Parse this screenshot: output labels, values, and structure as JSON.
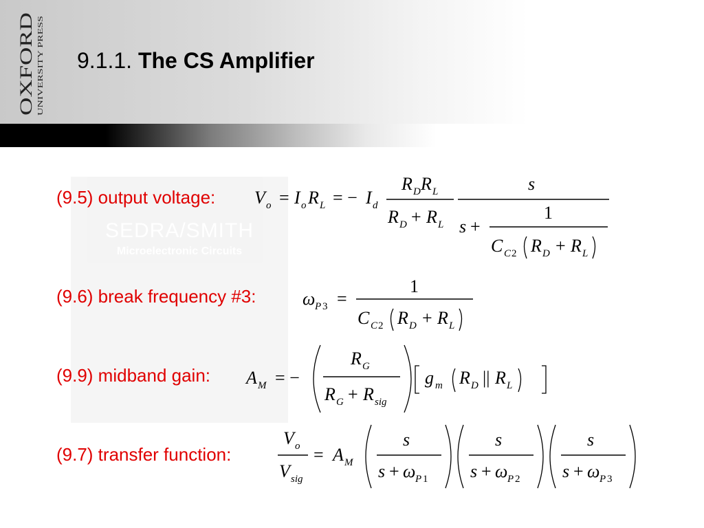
{
  "header": {
    "logo_main": "OXFORD",
    "logo_sub": "UNIVERSITY PRESS",
    "title_number": "9.1.1.",
    "title_text": "The CS Amplifier"
  },
  "watermark": {
    "line1": "SEDRA/SMITH",
    "line2": "Microelectronic Circuits"
  },
  "equations": [
    {
      "label": "(9.5) output voltage:"
    },
    {
      "label": "(9.6) break frequency #3:"
    },
    {
      "label": "(9.9) midband gain:"
    },
    {
      "label": "(9.7) transfer function:"
    }
  ],
  "colors": {
    "label": "#e00000",
    "text": "#000000"
  }
}
